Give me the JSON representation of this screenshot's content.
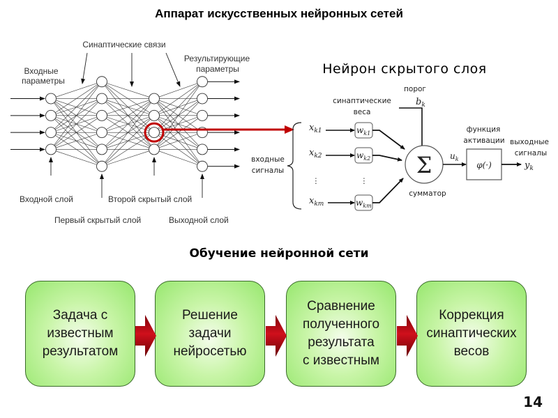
{
  "title": "Аппарат искусственных нейронных сетей",
  "network": {
    "labels": {
      "synaptic_links": "Синаптические связи",
      "input_params": [
        "Входные",
        "параметры"
      ],
      "result_params": [
        "Результирующие",
        "параметры"
      ],
      "input_layer": "Входной  слой",
      "hidden1": "Первый скрытый слой",
      "hidden2": "Второй скрытый слой",
      "output_layer": "Выходной слой"
    },
    "layers": [
      {
        "name": "input",
        "nodes": 4
      },
      {
        "name": "hidden1",
        "nodes": 6
      },
      {
        "name": "hidden2",
        "nodes": 4
      },
      {
        "name": "output",
        "nodes": 6
      }
    ],
    "highlighted": {
      "layer": 2,
      "node": 2
    },
    "highlight_color": "#c00000"
  },
  "neuron": {
    "title": "Нейрон скрытого слоя",
    "threshold_label": "порог",
    "threshold_symbol": "b",
    "threshold_sub": "k",
    "weights_label": [
      "синаптические",
      "веса"
    ],
    "inputs_label": [
      "входные",
      "сигналы"
    ],
    "inputs": [
      {
        "x": "x",
        "xsub": "k1",
        "w": "w",
        "wsub": "k1"
      },
      {
        "x": "x",
        "xsub": "k2",
        "w": "w",
        "wsub": "k2"
      },
      {
        "x": "x",
        "xsub": "km",
        "w": "w",
        "wsub": "km"
      }
    ],
    "ellipsis": "⋮",
    "sum_symbol": "Σ",
    "adder_label": "сумматор",
    "u_symbol": "u",
    "u_sub": "k",
    "activation_label": [
      "функция",
      "активации"
    ],
    "activation_symbol": "φ(·)",
    "output_label": [
      "выходные",
      "сигналы"
    ],
    "y_symbol": "y",
    "y_sub": "k"
  },
  "training": {
    "title": "Обучение нейронной сети",
    "steps": [
      "Задача с\nизвестным\nрезультатом",
      "Решение\nзадачи\nнейросетью",
      "Сравнение\nполученного\nрезультата\nс известным",
      "Коррекция\nсинаптических\nвесов"
    ],
    "arrow_color": "#b00010",
    "box_color": "#a8ec80"
  },
  "page_number": "14"
}
